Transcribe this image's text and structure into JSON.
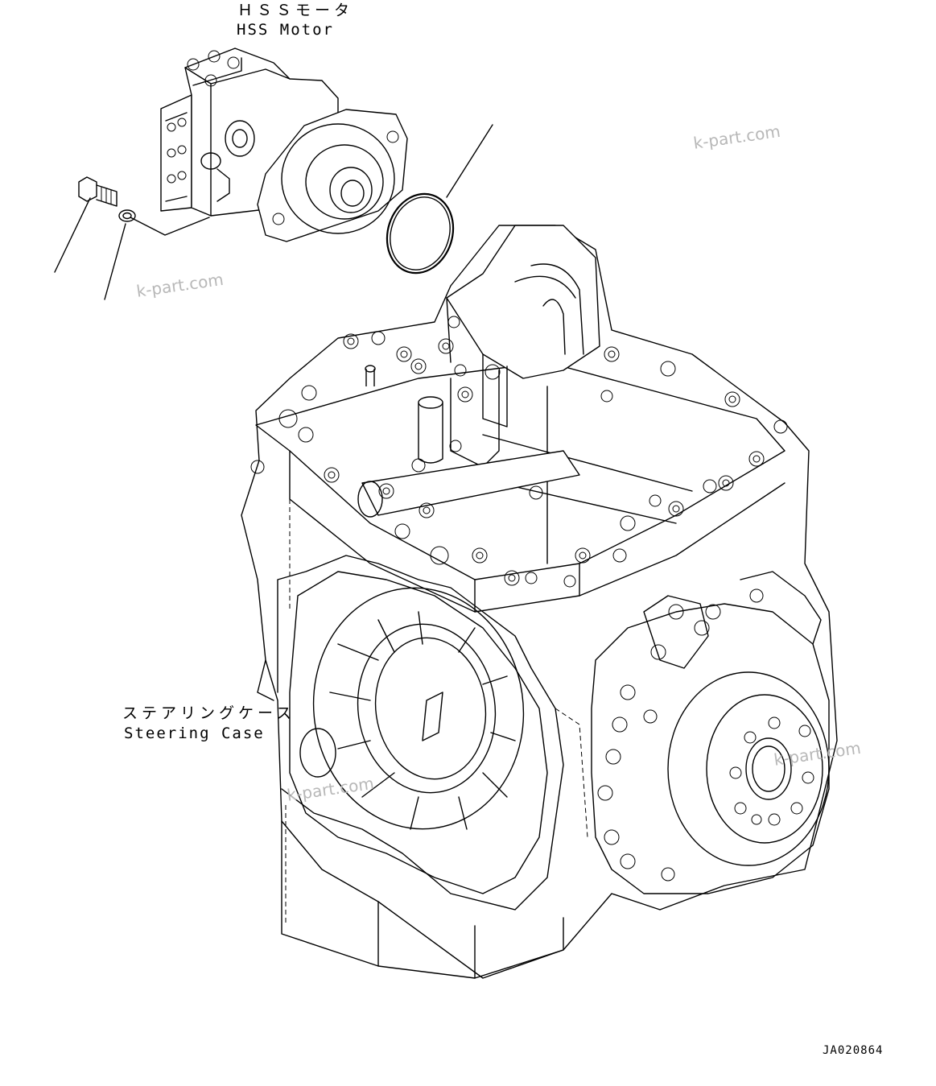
{
  "labels": {
    "hss_motor_jp": "ＨＳＳモータ",
    "hss_motor_en": "HSS Motor",
    "steering_case_jp": "ステアリングケース",
    "steering_case_en": "Steering Case",
    "drawing_number": "JA020864"
  },
  "watermarks": [
    "k-part.com",
    "k-part.com",
    "k-part.com",
    "k-part.com"
  ],
  "parts": [
    {
      "name": "HSS Motor",
      "icon": "hss-motor-icon"
    },
    {
      "name": "bolt",
      "icon": "bolt-icon"
    },
    {
      "name": "washer",
      "icon": "washer-icon"
    },
    {
      "name": "o-ring",
      "icon": "o-ring-icon"
    },
    {
      "name": "Steering Case",
      "icon": "steering-case-icon"
    }
  ]
}
